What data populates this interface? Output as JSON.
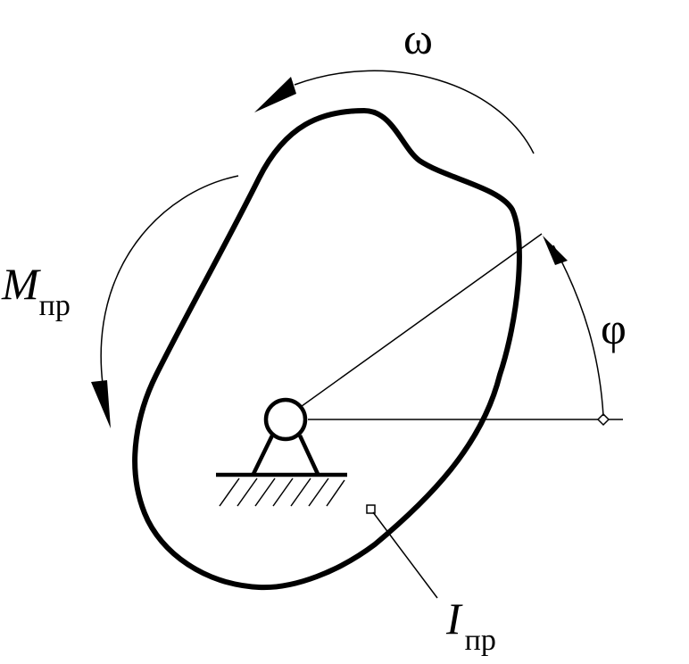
{
  "labels": {
    "omega": "ω",
    "phi": "φ",
    "moment_main": "M",
    "moment_sub": "пр",
    "inertia_main": "I",
    "inertia_sub": "пр"
  },
  "colors": {
    "stroke": "#000000",
    "background": "#ffffff"
  }
}
